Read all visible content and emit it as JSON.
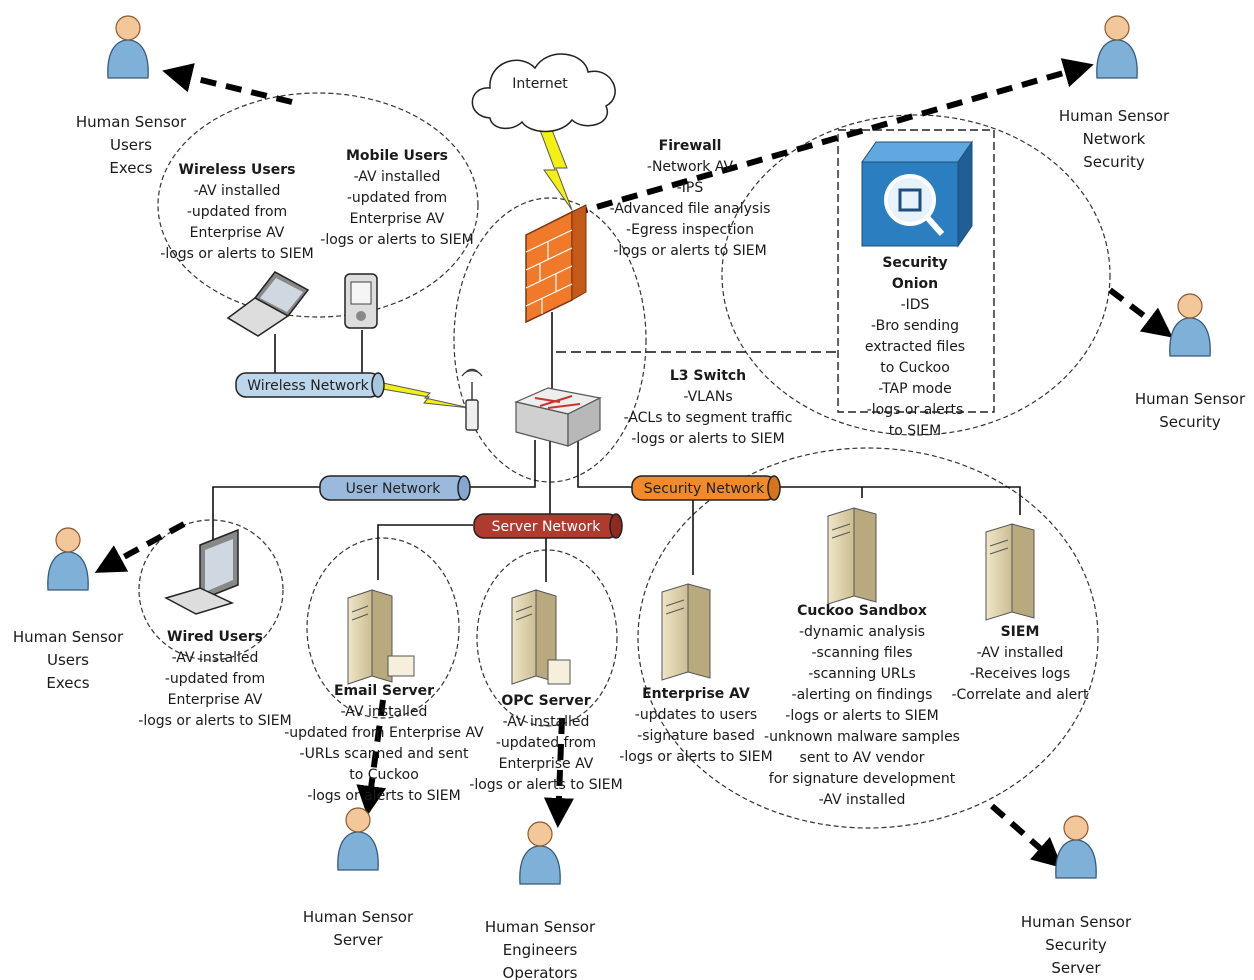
{
  "internet_label": "Internet",
  "networks": {
    "wireless": "Wireless Network",
    "user": "User Network",
    "server": "Server Network",
    "security": "Security Network"
  },
  "colors": {
    "wireless_pipe": "#bcd6ec",
    "user_pipe": "#9bb9dc",
    "server_pipe": "#b03a2e",
    "security_pipe": "#f08a2b",
    "firewall": "#f07a2a",
    "security_onion": "#2b7fc0",
    "person": "#7fb0d8",
    "skin": "#f2c79a"
  },
  "icons": [
    "cloud-icon",
    "firewall-icon",
    "switch-icon",
    "laptop-icon",
    "pda-icon",
    "wireless-ap-icon",
    "desktop-icon",
    "server-icon",
    "security-onion-icon",
    "person-icon",
    "lightning-icon"
  ],
  "firewall": {
    "title": "Firewall",
    "lines": [
      "-Network AV",
      "-IPS",
      "-Advanced file analysis",
      "-Egress inspection",
      "-logs or alerts to SIEM"
    ]
  },
  "wireless_users": {
    "title": "Wireless Users",
    "lines": [
      "-AV installed",
      "-updated from",
      "Enterprise AV",
      "-logs or alerts to SIEM"
    ]
  },
  "mobile_users": {
    "title": "Mobile Users",
    "lines": [
      "-AV installed",
      "-updated from",
      "Enterprise AV",
      "-logs or alerts to SIEM"
    ]
  },
  "l3_switch": {
    "title": "L3 Switch",
    "lines": [
      "-VLANs",
      "-ACLs to segment traffic",
      "-logs or alerts to SIEM"
    ]
  },
  "security_onion": {
    "lines": [
      "Security",
      "Onion",
      "-IDS",
      "-Bro sending",
      "extracted files",
      "to Cuckoo",
      "-TAP mode",
      "-logs or alerts",
      "to SIEM"
    ]
  },
  "wired_users": {
    "title": "Wired Users",
    "lines": [
      "-AV installed",
      "-updated from",
      "Enterprise AV",
      "-logs or alerts to SIEM"
    ]
  },
  "email_server": {
    "title": "Email Server",
    "lines": [
      "-AV installed",
      "-updated from Enterprise AV",
      "-URLs scanned and sent",
      "to Cuckoo",
      "-logs or alerts to SIEM"
    ]
  },
  "opc_server": {
    "title": "OPC Server",
    "lines": [
      "-AV installed",
      "-updated from",
      "Enterprise AV",
      "-logs or alerts to SIEM"
    ]
  },
  "enterprise_av": {
    "title": "Enterprise AV",
    "lines": [
      "-updates to users",
      "-signature based",
      "-logs or alerts to SIEM"
    ]
  },
  "cuckoo": {
    "title": "Cuckoo Sandbox",
    "lines": [
      "-dynamic analysis",
      "-scanning files",
      "-scanning URLs",
      "-alerting on findings",
      "-logs or alerts to SIEM",
      "-unknown malware samples",
      "sent to AV vendor",
      "for signature development",
      "-AV installed"
    ]
  },
  "siem": {
    "title": "SIEM",
    "lines": [
      "-AV installed",
      "-Receives logs",
      "-Correlate and alert"
    ]
  },
  "human_sensors": {
    "users_execs_top": [
      "Human Sensor",
      "Users",
      "Execs"
    ],
    "network_security": [
      "Human Sensor",
      "Network",
      "Security"
    ],
    "security": [
      "Human Sensor",
      "Security"
    ],
    "users_execs_left": [
      "Human Sensor",
      "Users",
      "Execs"
    ],
    "server": [
      "Human Sensor",
      "Server"
    ],
    "engineers": [
      "Human Sensor",
      "Engineers",
      "Operators"
    ],
    "security_server": [
      "Human Sensor",
      "Security",
      "Server"
    ]
  }
}
